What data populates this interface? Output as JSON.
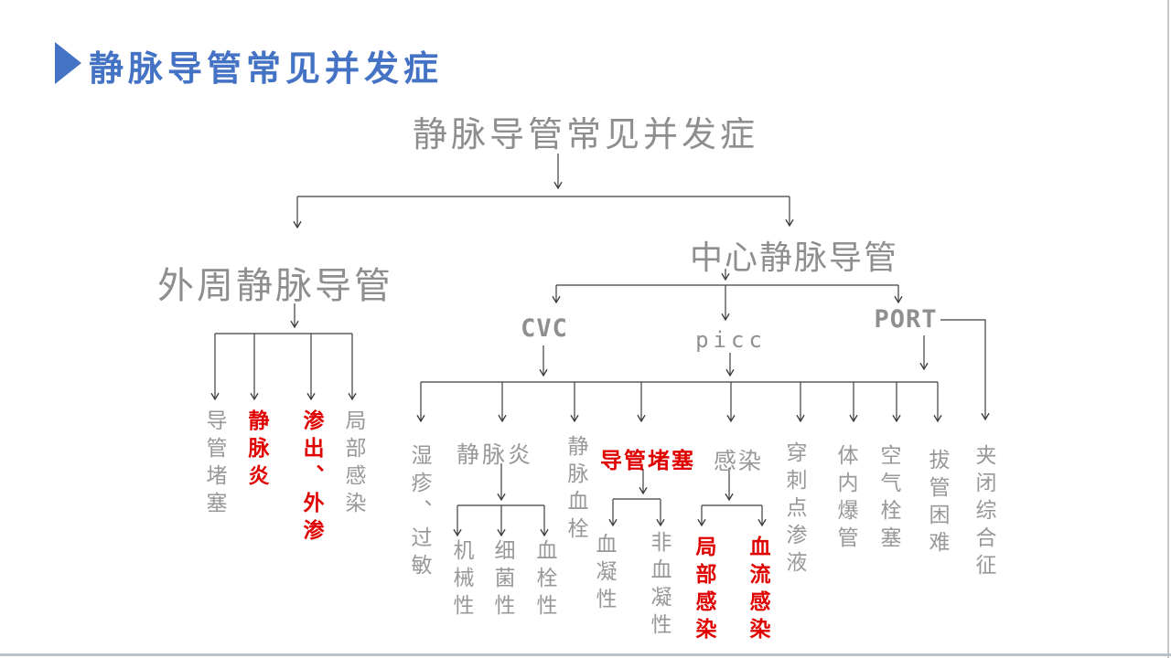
{
  "header": {
    "title": "静脉导管常见并发症"
  },
  "colors": {
    "accent": "#4472C4",
    "gray": "#989898",
    "red": "#E00000",
    "line": "#3D3D3D"
  },
  "tree": {
    "root": "静脉导管常见并发症",
    "peripheral": {
      "label": "外周静脉导管",
      "children": [
        {
          "label": "导管堵塞",
          "emphasis": false
        },
        {
          "label": "静脉炎",
          "emphasis": true
        },
        {
          "label": "渗出、外渗",
          "emphasis": true
        },
        {
          "label": "局部感染",
          "emphasis": false
        }
      ]
    },
    "central": {
      "label": "中心静脉导管",
      "types": [
        {
          "label": "CVC"
        },
        {
          "label": "picc"
        },
        {
          "label": "PORT"
        }
      ],
      "complications": [
        {
          "label": "湿疹、过敏",
          "emphasis": false
        },
        {
          "label": "静脉炎",
          "emphasis": false,
          "children": [
            {
              "label": "机械性",
              "emphasis": false
            },
            {
              "label": "细菌性",
              "emphasis": false
            },
            {
              "label": "血栓性",
              "emphasis": false
            }
          ]
        },
        {
          "label": "静脉血栓",
          "emphasis": false
        },
        {
          "label": "导管堵塞",
          "emphasis": true,
          "children": [
            {
              "label": "血凝性",
              "emphasis": false
            },
            {
              "label": "非血凝性",
              "emphasis": false
            }
          ]
        },
        {
          "label": "感染",
          "emphasis": false,
          "children": [
            {
              "label": "局部感染",
              "emphasis": true
            },
            {
              "label": "血流感染",
              "emphasis": true
            }
          ]
        },
        {
          "label": "穿刺点渗液",
          "emphasis": false
        },
        {
          "label": "体内爆管",
          "emphasis": false
        },
        {
          "label": "空气栓塞",
          "emphasis": false
        },
        {
          "label": "拔管困难",
          "emphasis": false
        },
        {
          "label": "夹闭综合征",
          "emphasis": false
        }
      ]
    }
  }
}
